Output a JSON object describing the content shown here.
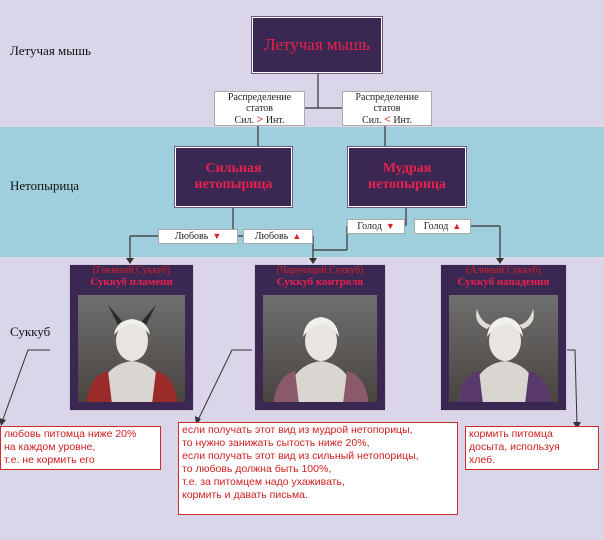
{
  "rows": {
    "bat": "Летучая мышь",
    "vampire": "Нетопырица",
    "succubus": "Суккуб"
  },
  "top_node": "Летучая мышь",
  "stat_tags": [
    {
      "title": "Распределение статов",
      "left": "Сил.",
      "sym": ">",
      "right": "Инт."
    },
    {
      "title": "Распределение статов",
      "left": "Сил.",
      "sym": "<",
      "right": "Инт."
    }
  ],
  "mid_nodes": [
    "Сильная нетопырица",
    "Мудрая нетопырица"
  ],
  "condition_tags": [
    {
      "label": "Любовь",
      "arrow": "down"
    },
    {
      "label": "Любовь",
      "arrow": "up"
    },
    {
      "label": "Голод",
      "arrow": "down"
    },
    {
      "label": "Голод",
      "arrow": "up"
    }
  ],
  "cards": [
    {
      "subtitle": "(Гневный Суккуб)",
      "name": "Суккуб пламени",
      "accent": "#9b2a2a"
    },
    {
      "subtitle": "(Чарующий Суккуб)",
      "name": "Суккуб контроля",
      "accent": "#8a5a6a"
    },
    {
      "subtitle": "(Алчный Суккуб)",
      "name": "Суккуб нападения",
      "accent": "#5a3a6a"
    }
  ],
  "notes": {
    "left": [
      "любовь питомца ниже 20%",
      "на каждом уровне,",
      "т.е. не кормить его"
    ],
    "middle": [
      "если получать этот вид из мудрой нетопорицы,",
      "то нужно занижать сытость ниже 20%,",
      "если получать этот вид из сильный нетопорицы,",
      "то любовь должна быть 100%,",
      "т.е. за питомцем надо ухаживать,",
      "кормить и давать письма."
    ],
    "right": [
      "кормить питомца",
      "досыта, используя",
      "хлеб."
    ]
  },
  "colors": {
    "node_bg": "#3b2852",
    "node_text": "#e8214e",
    "band_light": "#dad5e8",
    "band_blue": "#9fcfdc",
    "note_text": "#d02020"
  }
}
